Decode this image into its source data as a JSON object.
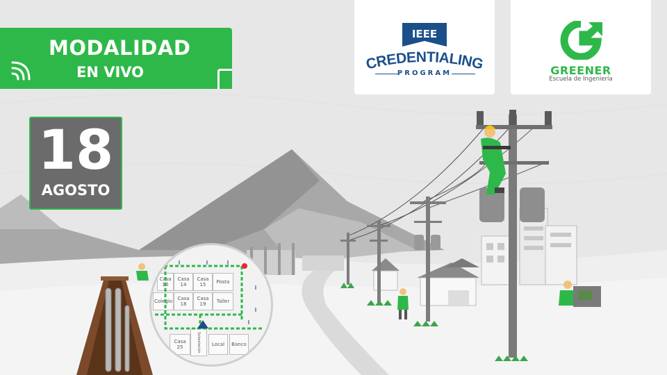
{
  "banner": {
    "line1": "MODALIDAD",
    "line2": "EN VIVO"
  },
  "date": {
    "day": "18",
    "month": "AGOSTO"
  },
  "logos": {
    "ieee": {
      "badge": "IEEE",
      "main": "CREDENTIALING",
      "sub": "PROGRAM"
    },
    "greener": {
      "name": "GREENER",
      "sub": "Escuela de Ingeniería"
    }
  },
  "map": {
    "cells": [
      "Casa 16",
      "Casa 14",
      "Casa 15",
      "Posta",
      "Colegio",
      "Casa 18",
      "Casa 19",
      "Taller",
      "Casa 25",
      "Subestación",
      "Local",
      "Banco"
    ]
  },
  "colors": {
    "brand_green": "#2fb84a",
    "ieee_blue": "#1b4f8a",
    "gray_box": "#6b6b6b"
  },
  "icons": [
    "wifi-signal-icon",
    "greener-g-icon",
    "ieee-ribbon-icon"
  ]
}
